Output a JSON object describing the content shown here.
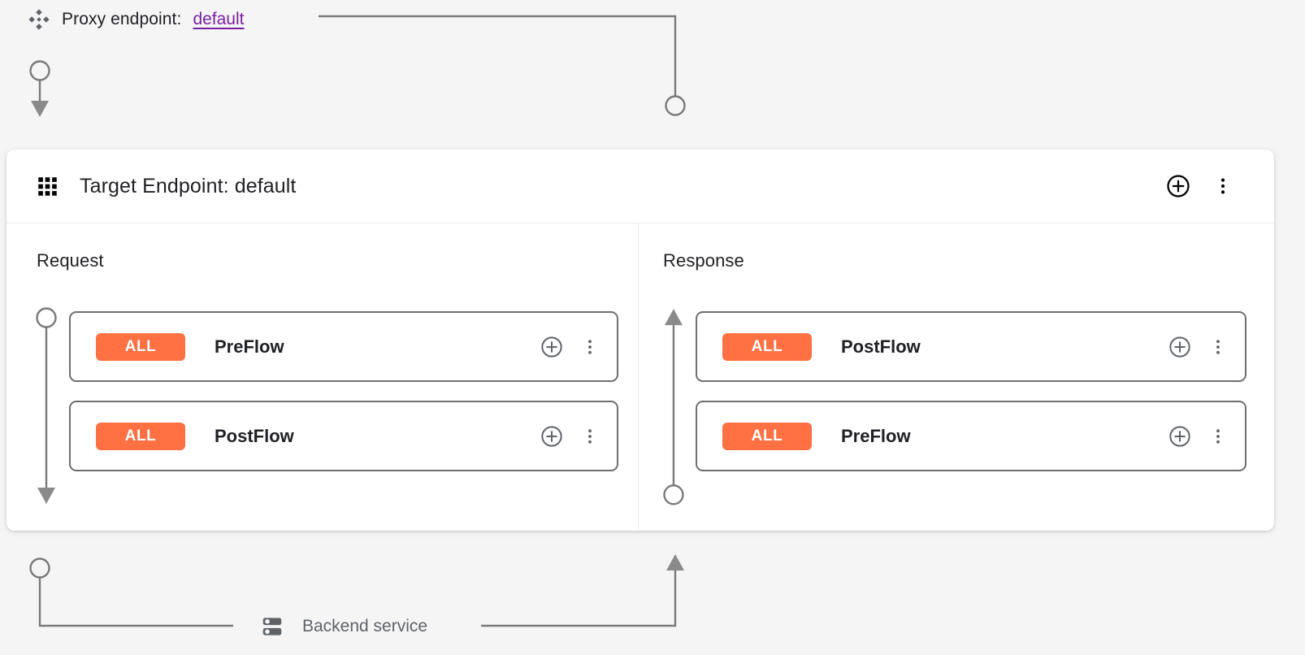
{
  "page": {
    "background_color": "#f5f5f5",
    "accent_link_color": "#7b1fa2",
    "badge_color": "#ff7043",
    "wire_color": "#7a7a7a"
  },
  "proxy": {
    "icon": "hub-diamond-icon",
    "label": "Proxy endpoint:",
    "link": "default"
  },
  "panel": {
    "icon": "apps-grid-icon",
    "title": "Target Endpoint: default",
    "actions": [
      {
        "name": "add-button",
        "icon": "plus-circle-icon"
      },
      {
        "name": "more-options-button",
        "icon": "more-vert-icon"
      }
    ]
  },
  "columns": [
    {
      "key": "request",
      "title": "Request",
      "direction": "down",
      "cards": [
        {
          "badge": "ALL",
          "name": "PreFlow"
        },
        {
          "badge": "ALL",
          "name": "PostFlow"
        }
      ]
    },
    {
      "key": "response",
      "title": "Response",
      "direction": "up",
      "cards": [
        {
          "badge": "ALL",
          "name": "PostFlow"
        },
        {
          "badge": "ALL",
          "name": "PreFlow"
        }
      ]
    }
  ],
  "card_actions": [
    {
      "name": "add-policy-button",
      "icon": "plus-circle-icon"
    },
    {
      "name": "card-more-options-button",
      "icon": "more-vert-icon"
    }
  ],
  "backend": {
    "icon": "server-icon",
    "label": "Backend service"
  }
}
